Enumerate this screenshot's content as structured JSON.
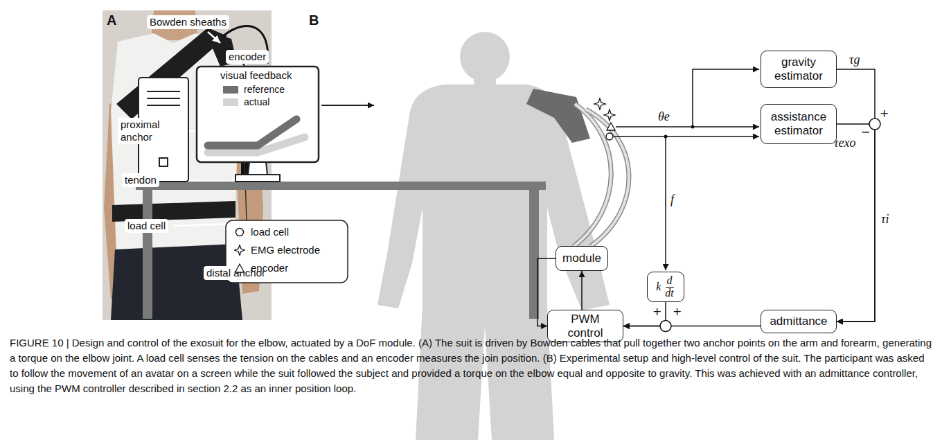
{
  "diagram": {
    "caption": "FIGURE 10 | Design and control of the exosuit for the elbow, actuated by a DoF module. (A) The suit is driven by Bowden cables that pull together two anchor points on the arm and forearm, generating a torque on the elbow joint. A load cell senses the tension on the cables and an encoder measures the join position. (B) Experimental setup and high-level control of the suit. The participant was asked to follow the movement of an avatar on a screen while the suit followed the subject and provided a torque on the elbow equal and opposite to gravity. This was achieved with an admittance controller, using the PWM controller described in section 2.2 as an inner position loop.",
    "nodes": [
      {
        "text": [
          "gravity estimator"
        ]
      },
      {
        "text": [
          "assistance estimator"
        ]
      },
      {
        "text": [
          "module"
        ]
      },
      {
        "text": [
          "PWM control"
        ]
      },
      {
        "text": [
          "admittance"
        ]
      },
      {
        "text": [
          "k",
          "d",
          "dt"
        ]
      }
    ],
    "edges": [
      {
        "from": 0,
        "to": 4,
        "arrow": "to"
      },
      {
        "from": 1,
        "to": 4,
        "arrow": "to"
      },
      {
        "from": 4,
        "to": 3,
        "arrow": "to"
      },
      {
        "from": 5,
        "to": 3,
        "arrow": "to"
      },
      {
        "from": 3,
        "to": 2,
        "arrow": "to"
      },
      {
        "from": 2,
        "to": 3,
        "arrow": "to"
      }
    ],
    "labels": [
      "A",
      "Bowden sheaths",
      "encoder",
      "proximal anchor",
      "tendon",
      "load cell",
      "distal anchor",
      "B",
      "visual feedback",
      "θe",
      "f",
      "τg",
      "τexo",
      "τi",
      "+",
      "−",
      "+",
      "+"
    ],
    "legend": [
      {
        "text": "reference",
        "color": "#707070"
      },
      {
        "text": "actual",
        "color": "#d3d3d3"
      },
      {
        "text": "load cell"
      },
      {
        "text": "EMG electrode"
      },
      {
        "text": "encoder"
      }
    ]
  }
}
